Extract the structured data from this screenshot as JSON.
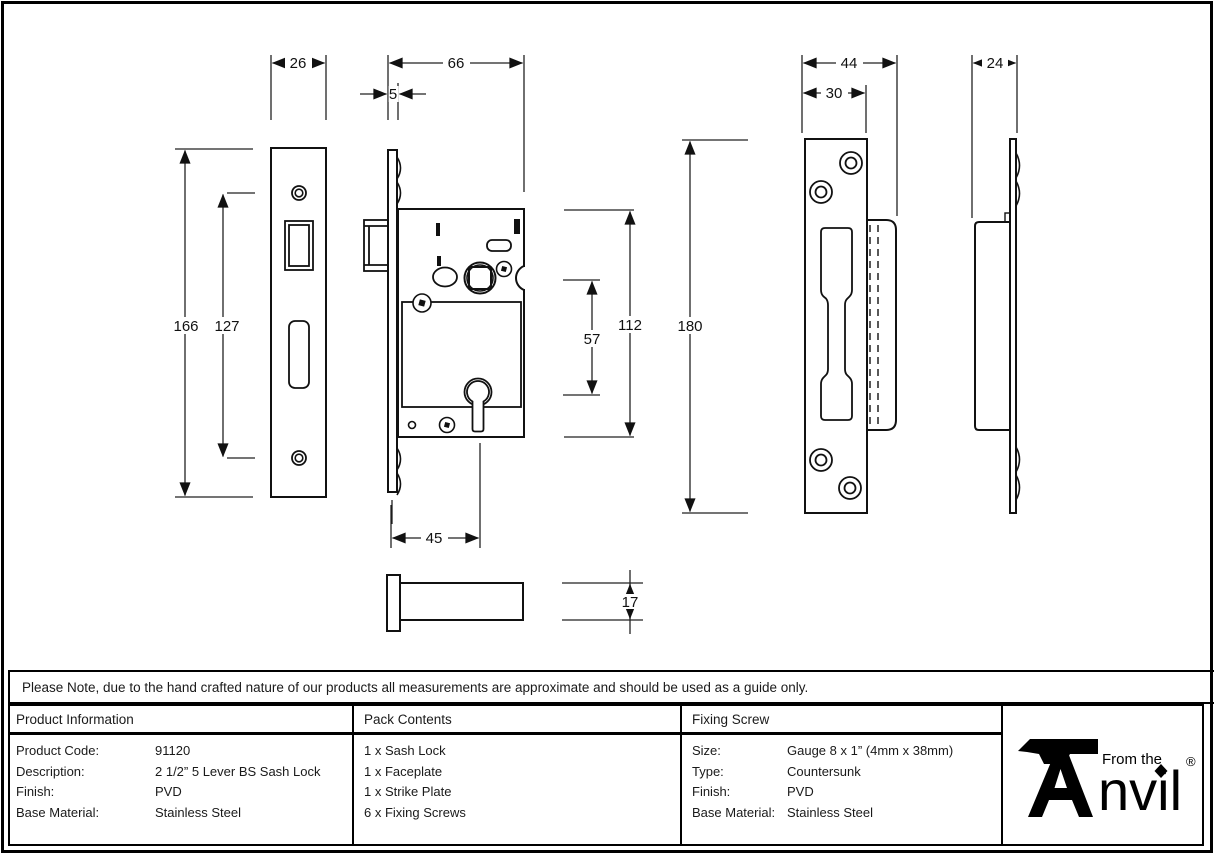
{
  "note": {
    "text": "Please Note, due to the hand crafted nature of our products all measurements are approximate and should be used as a guide only."
  },
  "drawing": {
    "dims": {
      "faceplate_width": "26",
      "lock_depth": "66",
      "faceplate_thickness": "5",
      "strike_overall_width": "44",
      "strike_plate_width": "30",
      "strike_side_width": "24",
      "faceplate_height": "166",
      "screw_centres": "127",
      "case_height": "112",
      "follower_to_keyhole": "57",
      "strike_height": "180",
      "backset": "45",
      "case_thickness": "17"
    }
  },
  "table": {
    "product_information": {
      "header": "Product Information",
      "rows": [
        {
          "label": "Product Code:",
          "value": "91120"
        },
        {
          "label": "Description:",
          "value": "2 1/2” 5 Lever BS Sash Lock"
        },
        {
          "label": "Finish:",
          "value": "PVD"
        },
        {
          "label": "Base Material:",
          "value": "Stainless Steel"
        }
      ]
    },
    "pack_contents": {
      "header": "Pack Contents",
      "items": [
        "1 x Sash Lock",
        "1 x Faceplate",
        "1 x Strike Plate",
        "6 x Fixing Screws"
      ]
    },
    "fixing_screw": {
      "header": "Fixing Screw",
      "rows": [
        {
          "label": "Size:",
          "value": "Gauge 8 x 1” (4mm x 38mm)"
        },
        {
          "label": "Type:",
          "value": "Countersunk"
        },
        {
          "label": "Finish:",
          "value": "PVD"
        },
        {
          "label": "Base Material:",
          "value": "Stainless Steel"
        }
      ]
    }
  },
  "logo": {
    "from_the": "From the",
    "name": "Anvil",
    "name_display_rest": "nvil",
    "registered": "®"
  }
}
